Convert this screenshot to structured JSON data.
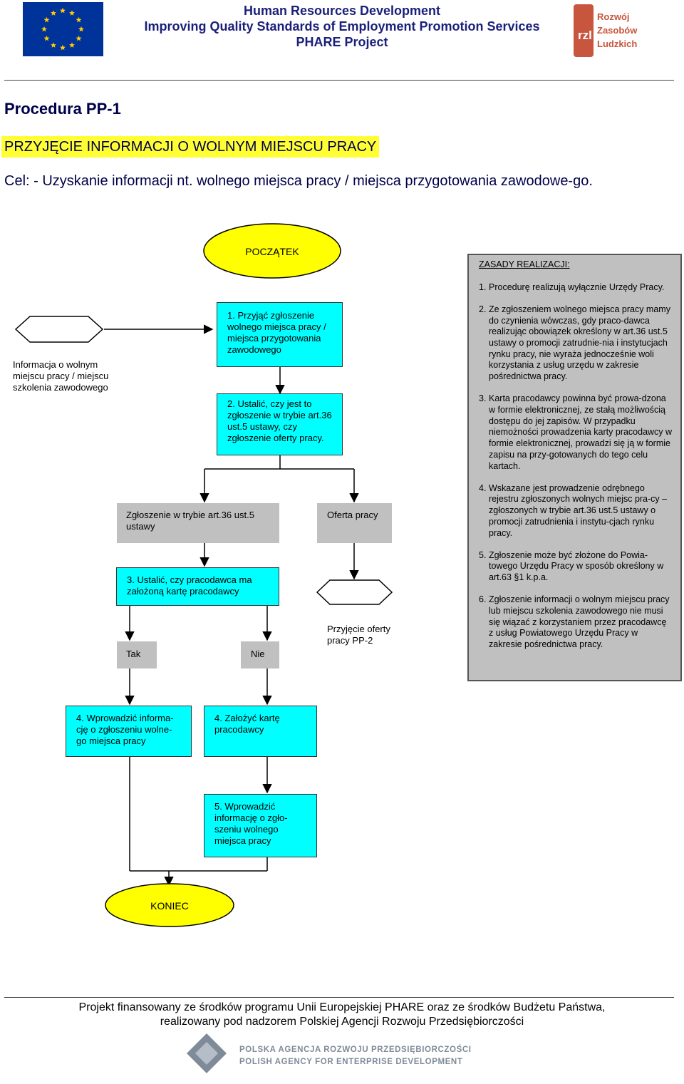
{
  "header": {
    "line1": "Human Resources Development",
    "line2": "Improving Quality Standards of Employment Promotion Services",
    "line3": "PHARE Project",
    "right_logo_text": [
      "Rozwój",
      "Zasobów",
      "Ludzkich"
    ],
    "eu_flag_color": "#003399",
    "star_color": "#ffcc00"
  },
  "procedure": {
    "title": "Procedura PP-1",
    "name": "PRZYJĘCIE INFORMACJI O WOLNYM MIEJSCU PRACY",
    "goal": "Cel: - Uzyskanie informacji nt. wolnego miejsca pracy / miejsca przygotowania zawodowe-go."
  },
  "flow": {
    "start": "POCZĄTEK",
    "end": "KONIEC",
    "input_doc": "Informacja o wolnym miejscu pracy / miejscu szkolenia zawodowego",
    "step1": "1. Przyjąć zgłoszenie wolnego miejsca pracy / miejsca przygotowania zawodowego",
    "step2": "2. Ustalić, czy jest to zgłoszenie w trybie art.36 ust.5 ustawy, czy zgłoszenie oferty pracy.",
    "branch_art36": "Zgłoszenie w trybie art.36 ust.5 ustawy",
    "branch_offer": "Oferta pracy",
    "step3": "3. Ustalić, czy pracodawca ma założoną kartę pracodawcy",
    "offer_output": "Przyjęcie oferty pracy PP-2",
    "yes": "Tak",
    "no": "Nie",
    "step4a": "4. Wprowadzić informa-cję o zgłoszeniu wolne-go miejsca pracy",
    "step4b": "4. Założyć kartę pracodawcy",
    "step5": "5. Wprowadzić informację o zgło-szeniu wolnego miejsca pracy",
    "colors": {
      "start_end": "#ffff00",
      "step": "#00ffff",
      "branch": "#c0c0c0"
    }
  },
  "rules": {
    "title": "ZASADY REALIZACJI:",
    "items": [
      {
        "num": "1.",
        "text": "Procedurę realizują wyłącznie Urzędy Pracy."
      },
      {
        "num": "2.",
        "text": "Ze zgłoszeniem wolnego miejsca pracy mamy do czynienia wówczas, gdy praco-dawca realizując obowiązek określony w art.36 ust.5 ustawy o promocji zatrudnie-nia i instytucjach rynku pracy, nie wyraża jednocześnie woli korzystania z usług urzędu w zakresie pośrednictwa pracy."
      },
      {
        "num": "3.",
        "text": "Karta pracodawcy powinna być prowa-dzona w formie elektronicznej, ze stałą możliwością dostępu do jej zapisów. W przypadku niemożności prowadzenia karty pracodawcy w formie elektronicznej, prowadzi się ją w formie zapisu na przy-gotowanych do tego celu kartach."
      },
      {
        "num": "4.",
        "text": "Wskazane jest prowadzenie odrębnego rejestru zgłoszonych wolnych miejsc pra-cy – zgłoszonych w trybie art.36 ust.5 ustawy o promocji zatrudnienia i instytu-cjach rynku pracy."
      },
      {
        "num": "5.",
        "text": "Zgłoszenie może być złożone do Powia-towego Urzędu Pracy w sposób określony w art.63 §1 k.p.a."
      },
      {
        "num": "6.",
        "text": "Zgłoszenie informacji o wolnym miejscu pracy lub miejscu szkolenia zawodowego nie musi się wiązać z korzystaniem przez pracodawcę z usług Powiatowego Urzędu Pracy w zakresie pośrednictwa pracy."
      }
    ]
  },
  "footer": {
    "line1": "Projekt finansowany ze środków programu Unii Europejskiej PHARE oraz ze środków Budżetu Państwa,",
    "line2": "realizowany pod nadzorem Polskiej Agencji Rozwoju Przedsiębiorczości",
    "agency_pl": "POLSKA AGENCJA ROZWOJU PRZEDSIĘBIORCZOŚCI",
    "agency_en": "POLISH AGENCY FOR ENTERPRISE DEVELOPMENT"
  }
}
